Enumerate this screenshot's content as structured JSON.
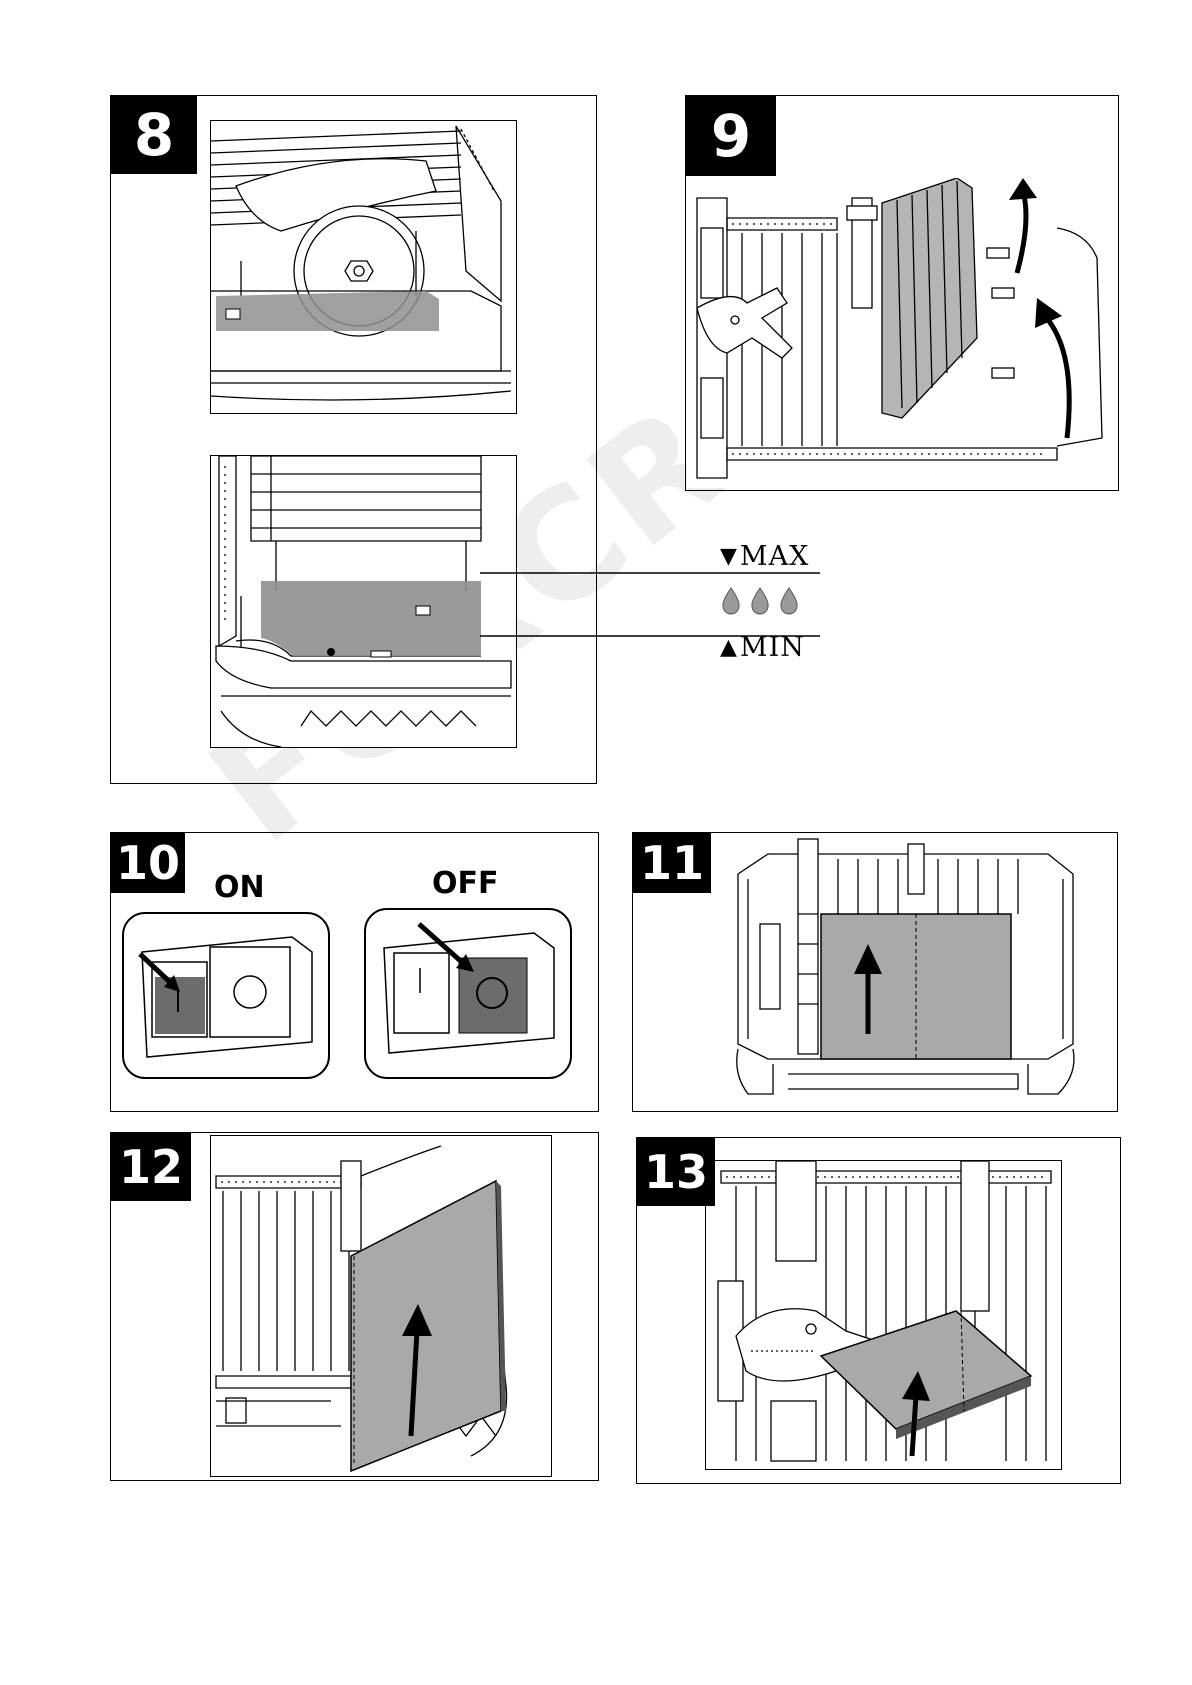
{
  "watermark": "FORCRAFT",
  "panels": {
    "p8": {
      "number": "8"
    },
    "p9": {
      "number": "9"
    },
    "p10": {
      "number": "10",
      "on_label": "ON",
      "off_label": "OFF"
    },
    "p11": {
      "number": "11"
    },
    "p12": {
      "number": "12"
    },
    "p13": {
      "number": "13"
    }
  },
  "water_level": {
    "max_symbol": "▼",
    "max_label": "MAX",
    "min_symbol": "▲",
    "min_label": "MIN",
    "water_icon": "water-drops-icon"
  },
  "colors": {
    "water_fill": "#8f8f8f",
    "tile_fill": "#a9a9a9",
    "switch_dark": "#6c6c6c"
  }
}
